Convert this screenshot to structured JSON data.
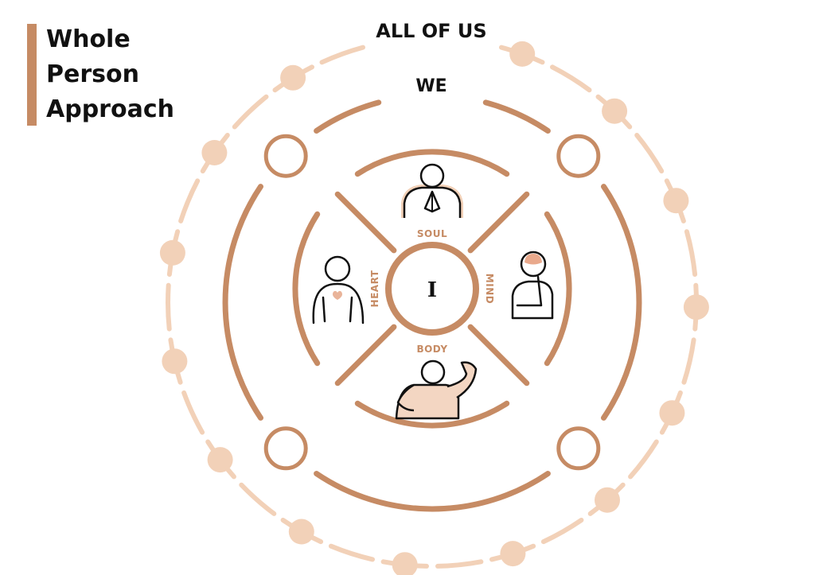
{
  "title": {
    "line1": "Whole",
    "line2": "Person",
    "line3": "Approach"
  },
  "rings": {
    "outer_label": "ALL OF US",
    "middle_label": "WE",
    "center_label": "I"
  },
  "quadrants": {
    "top": "SOUL",
    "right": "MIND",
    "bottom": "BODY",
    "left": "HEART"
  },
  "colors": {
    "accent": "#c68b64",
    "light": "#f2d1b8",
    "line": "#111111",
    "skin": "#f3d6c2"
  },
  "icons": {
    "soul": "praying-person-icon",
    "mind": "thinking-person-icon",
    "body": "flexing-person-icon",
    "heart": "person-with-heart-icon"
  }
}
